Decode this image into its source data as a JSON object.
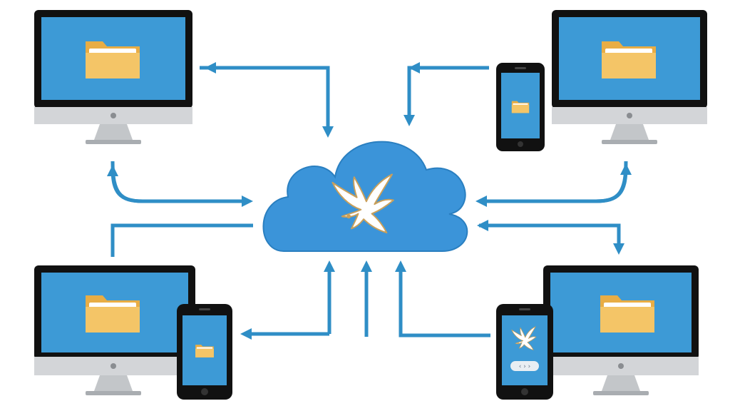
{
  "diagram": {
    "type": "cloud-sync",
    "nodes": [
      {
        "id": "cloud-hub",
        "kind": "cloud",
        "icon": "eagle-icon"
      },
      {
        "id": "desktop-top-left",
        "kind": "desktop",
        "icon": "folder-icon"
      },
      {
        "id": "desktop-top-right",
        "kind": "desktop",
        "icon": "folder-icon"
      },
      {
        "id": "phone-top-right",
        "kind": "phone",
        "icon": "folder-icon"
      },
      {
        "id": "desktop-bottom-left",
        "kind": "desktop",
        "icon": "folder-icon"
      },
      {
        "id": "phone-bottom-left",
        "kind": "phone",
        "icon": "folder-icon"
      },
      {
        "id": "desktop-bottom-right",
        "kind": "desktop",
        "icon": "folder-icon"
      },
      {
        "id": "phone-bottom-right",
        "kind": "phone",
        "icon": "eagle-icon"
      }
    ],
    "phone_app_label": "‹ › ›"
  },
  "colors": {
    "background": "#ffffff",
    "cloud": "#3b94d9",
    "screen": "#3d9ad6",
    "arrow": "#2f8ec6",
    "folder": "#f4c567",
    "bezel": "#111111",
    "stand": "#c3c6c9"
  }
}
